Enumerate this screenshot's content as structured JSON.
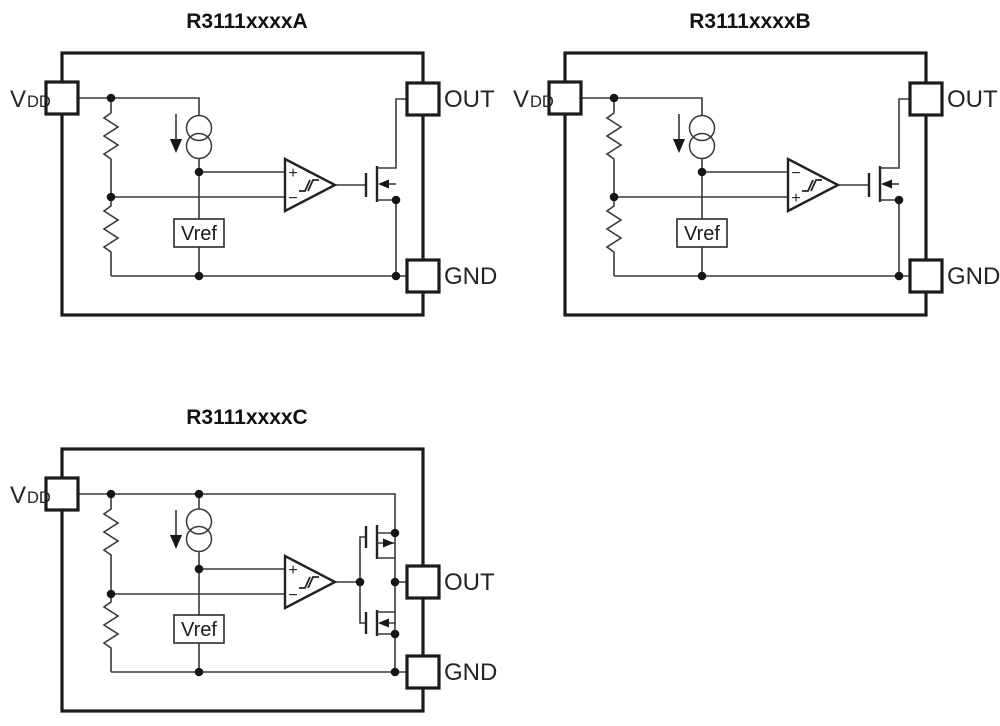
{
  "colors": {
    "background": "#ffffff",
    "line": "#3a3a3a",
    "heavy_line": "#1b1b1b",
    "text": "#20242b"
  },
  "diagrams": [
    {
      "id": "A",
      "title": "R3111xxxxA",
      "pins": {
        "vdd_main": "V",
        "vdd_sub": "DD",
        "out": "OUT",
        "gnd": "GND"
      },
      "vref": "Vref",
      "comparator": {
        "top_sign": "+",
        "bottom_sign": "−",
        "hysteresis": true
      },
      "output_stage": "nch-open-drain"
    },
    {
      "id": "B",
      "title": "R3111xxxxB",
      "pins": {
        "vdd_main": "V",
        "vdd_sub": "DD",
        "out": "OUT",
        "gnd": "GND"
      },
      "vref": "Vref",
      "comparator": {
        "top_sign": "−",
        "bottom_sign": "+",
        "hysteresis": true
      },
      "output_stage": "nch-open-drain"
    },
    {
      "id": "C",
      "title": "R3111xxxxC",
      "pins": {
        "vdd_main": "V",
        "vdd_sub": "DD",
        "out": "OUT",
        "gnd": "GND"
      },
      "vref": "Vref",
      "comparator": {
        "top_sign": "+",
        "bottom_sign": "−",
        "hysteresis": true
      },
      "output_stage": "cmos"
    }
  ]
}
